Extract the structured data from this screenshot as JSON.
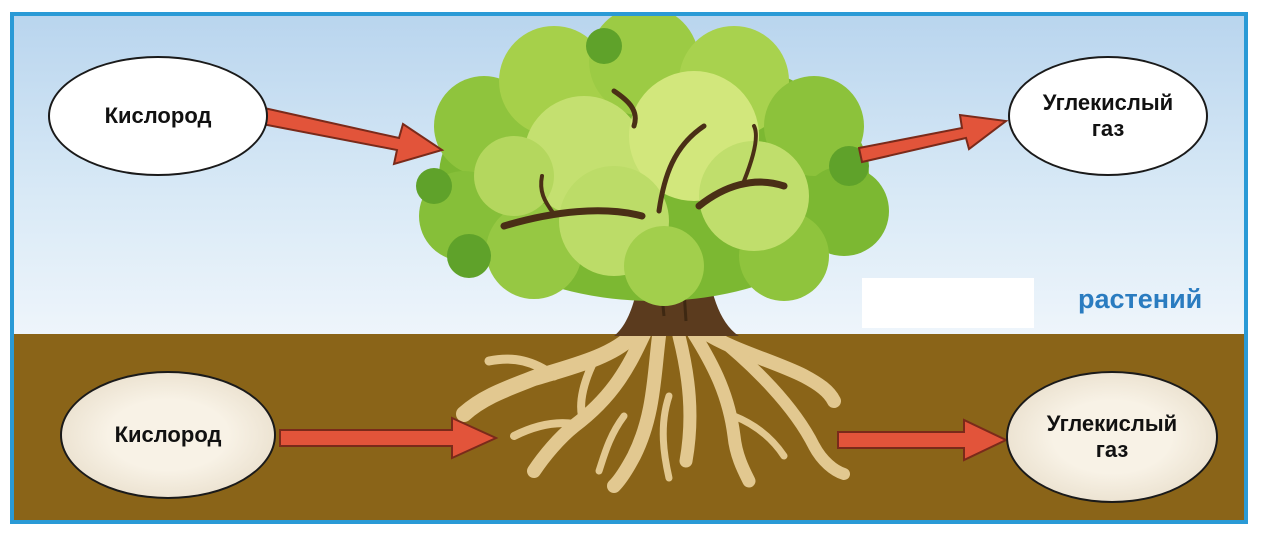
{
  "nodes": {
    "air_oxygen": "Кислород",
    "air_co2": "Углекислый\nгаз",
    "soil_oxygen": "Кислород",
    "soil_co2": "Углекислый\nгаз"
  },
  "caption": "растений",
  "colors": {
    "arrow": "#e2543a",
    "frame": "#2a9ad6",
    "soil": "#8a6418",
    "caption": "#2a7cc0"
  },
  "icons": [
    "tree-illustration",
    "roots-illustration",
    "arrow-right-icon"
  ]
}
